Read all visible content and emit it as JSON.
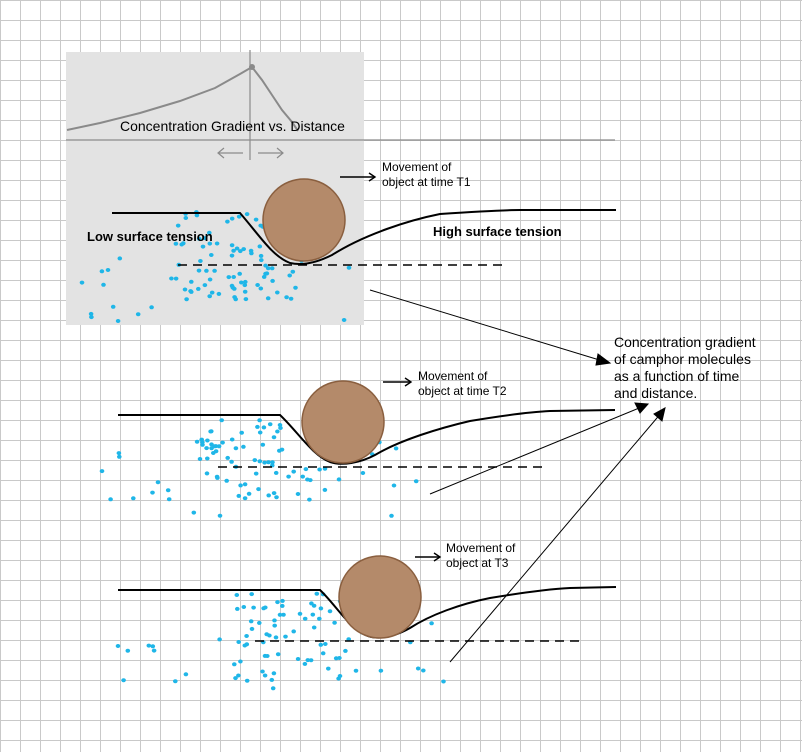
{
  "diagram": {
    "graph_title": "Concentration Gradient vs. Distance",
    "low_tension_label": "Low surface tension",
    "high_tension_label": "High surface tension",
    "t1_label": [
      "Movement of",
      "object at time T1"
    ],
    "t2_label": [
      "Movement of",
      "object at time T2"
    ],
    "t3_label": [
      "Movement of",
      "object at T3"
    ],
    "gradient_note": [
      "Concentration gradient",
      "of camphor molecules",
      "as a function of time",
      "and distance."
    ],
    "colors": {
      "grid": "#c9c9c9",
      "panel": "#e3e3e3",
      "dots": "#1fb6e8",
      "ball_fill": "#b48a6a",
      "ball_stroke": "#8a5f3f",
      "ink": "#000000",
      "graph_line": "#8a8a8a"
    }
  }
}
